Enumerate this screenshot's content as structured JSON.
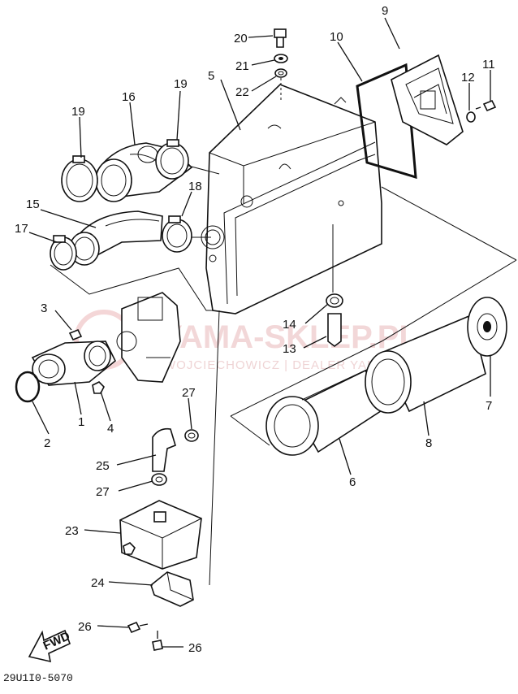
{
  "callouts": [
    {
      "id": "p1",
      "text": "1"
    },
    {
      "id": "p2",
      "text": "2"
    },
    {
      "id": "p3",
      "text": "3"
    },
    {
      "id": "p4",
      "text": "4"
    },
    {
      "id": "p5",
      "text": "5"
    },
    {
      "id": "p6",
      "text": "6"
    },
    {
      "id": "p7",
      "text": "7"
    },
    {
      "id": "p8",
      "text": "8"
    },
    {
      "id": "p9",
      "text": "9"
    },
    {
      "id": "p10",
      "text": "10"
    },
    {
      "id": "p11",
      "text": "11"
    },
    {
      "id": "p12",
      "text": "12"
    },
    {
      "id": "p13",
      "text": "13"
    },
    {
      "id": "p14",
      "text": "14"
    },
    {
      "id": "p15",
      "text": "15"
    },
    {
      "id": "p16",
      "text": "16"
    },
    {
      "id": "p17",
      "text": "17"
    },
    {
      "id": "p18",
      "text": "18"
    },
    {
      "id": "p19a",
      "text": "19"
    },
    {
      "id": "p19b",
      "text": "19"
    },
    {
      "id": "p20",
      "text": "20"
    },
    {
      "id": "p21",
      "text": "21"
    },
    {
      "id": "p22",
      "text": "22"
    },
    {
      "id": "p23",
      "text": "23"
    },
    {
      "id": "p24",
      "text": "24"
    },
    {
      "id": "p25",
      "text": "25"
    },
    {
      "id": "p26a",
      "text": "26"
    },
    {
      "id": "p26b",
      "text": "26"
    },
    {
      "id": "p27a",
      "text": "27"
    },
    {
      "id": "p27b",
      "text": "27"
    }
  ],
  "fwd_label": "FWD",
  "diagram_code": "29U1I0-5070",
  "watermark": {
    "main": "YAMA-SKLEP.PL",
    "sub": "WOJCIECHOWICZ | DEALER YAMAHA"
  }
}
